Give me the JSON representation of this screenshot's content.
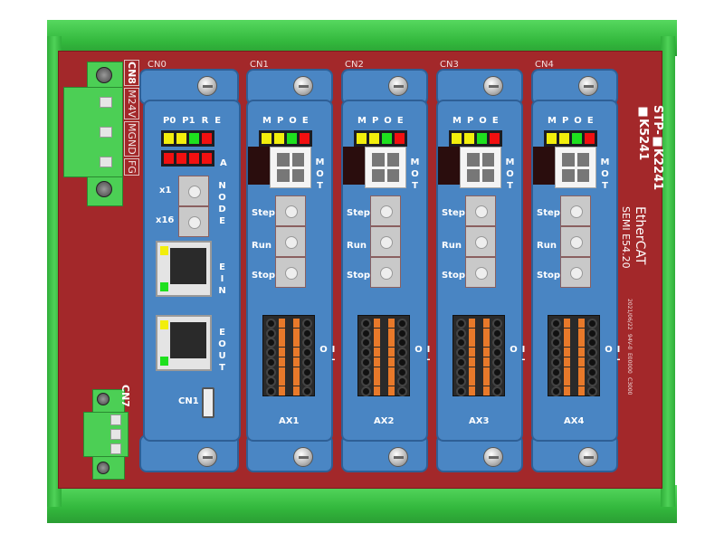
{
  "board": {
    "cn8": {
      "label": "CN8",
      "pins": [
        "M24V",
        "MGND",
        "FG"
      ]
    },
    "cn7": {
      "label": "CN7"
    },
    "model_line1": "STP-■K2241",
    "model_line2": "■K5241",
    "ethercat": "EtherCAT",
    "semi": "SEMI E54.20",
    "fine_print": [
      "2021/06/22",
      "94V-0",
      "E00000",
      "C3000"
    ]
  },
  "cn0": {
    "header": "CN0",
    "led_labels": [
      "P0",
      "P1",
      "R",
      "E"
    ],
    "led_row1": [
      "#f2ee0c",
      "#f2ee0c",
      "#1ee01e",
      "#f21010"
    ],
    "led_row2": [
      "#f21010",
      "#f21010",
      "#f21010",
      "#f21010"
    ],
    "side_a": "A",
    "node": "NODE",
    "x1": "x1",
    "x16": "x16",
    "ein": "EIN",
    "eout": "EOUT",
    "cn1": "CN1"
  },
  "axes": [
    {
      "header": "CN1",
      "name": "AX1"
    },
    {
      "header": "CN2",
      "name": "AX2"
    },
    {
      "header": "CN3",
      "name": "AX3"
    },
    {
      "header": "CN4",
      "name": "AX4"
    }
  ],
  "axis_common": {
    "led_labels": [
      "M",
      "P",
      "O",
      "E"
    ],
    "led_colors": [
      "#f2ee0c",
      "#f2ee0c",
      "#1ee01e",
      "#f21010"
    ],
    "mot": "MOT",
    "buttons": [
      "Step",
      "Run",
      "Stop"
    ],
    "io": "I-O"
  }
}
